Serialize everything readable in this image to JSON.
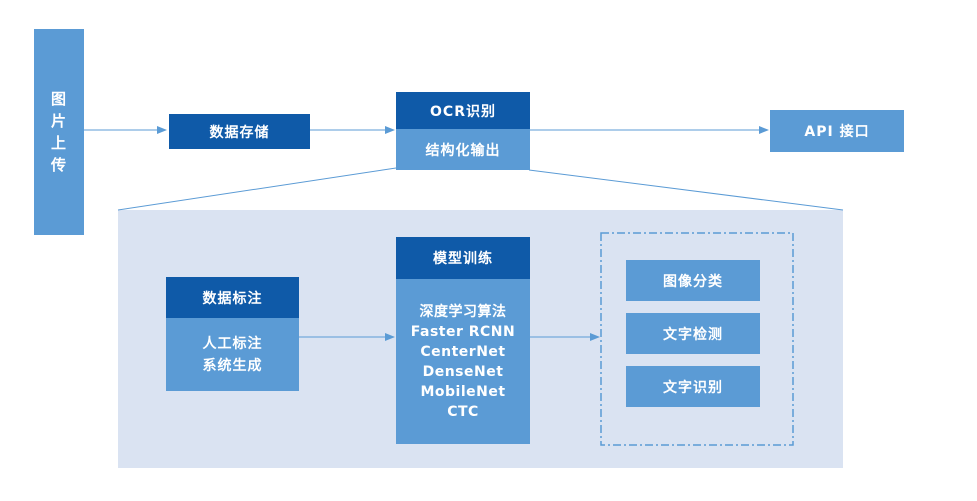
{
  "diagram": {
    "upload_chars": [
      "图",
      "片",
      "上",
      "传"
    ],
    "storage_label": "数据存储",
    "ocr_header": "OCR识别",
    "ocr_body": "结构化输出",
    "api_label": "API 接口",
    "annotation_header": "数据标注",
    "annotation_lines": [
      "人工标注",
      "系统生成"
    ],
    "training_header": "模型训练",
    "training_lines": [
      "深度学习算法",
      "Faster RCNN",
      "CenterNet",
      "DenseNet",
      "MobileNet",
      "CTC"
    ],
    "tasks": [
      "图像分类",
      "文字检测",
      "文字识别"
    ]
  },
  "colors": {
    "dark_box": "#0f5aa8",
    "light_box": "#5b9bd5",
    "detail_panel": "#dae3f2",
    "arrow": "#5b9bd5"
  }
}
